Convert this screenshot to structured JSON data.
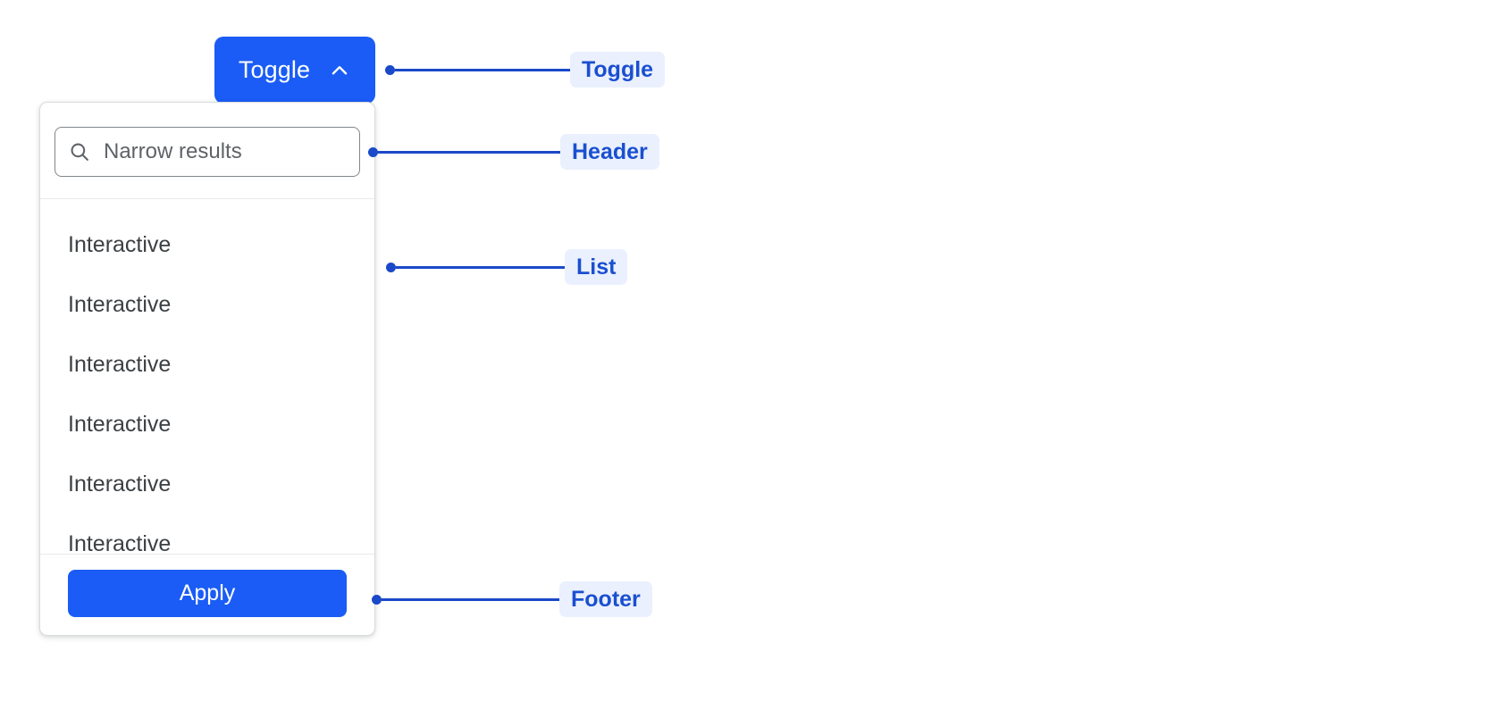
{
  "toggle": {
    "label": "Toggle",
    "icon": "chevron-up-icon"
  },
  "panel": {
    "header": {
      "search": {
        "icon": "search-icon",
        "placeholder": "Narrow results",
        "value": ""
      }
    },
    "list": {
      "items": [
        {
          "label": "Interactive"
        },
        {
          "label": "Interactive"
        },
        {
          "label": "Interactive"
        },
        {
          "label": "Interactive"
        },
        {
          "label": "Interactive"
        },
        {
          "label": "Interactive"
        }
      ]
    },
    "footer": {
      "apply_label": "Apply"
    }
  },
  "annotations": [
    {
      "label": "Toggle",
      "target": "toggle-button"
    },
    {
      "label": "Header",
      "target": "panel-header"
    },
    {
      "label": "List",
      "target": "panel-list"
    },
    {
      "label": "Footer",
      "target": "panel-footer"
    }
  ],
  "colors": {
    "accent_blue": "#1a5cf5",
    "annotation_line": "#1a49c9",
    "annotation_chip_bg": "#eaf0fd",
    "annotation_chip_text": "#1a4fd0",
    "panel_border": "#dadce0",
    "divider": "#e8eaed",
    "text_primary": "#3c4043",
    "placeholder": "#5f6368"
  }
}
